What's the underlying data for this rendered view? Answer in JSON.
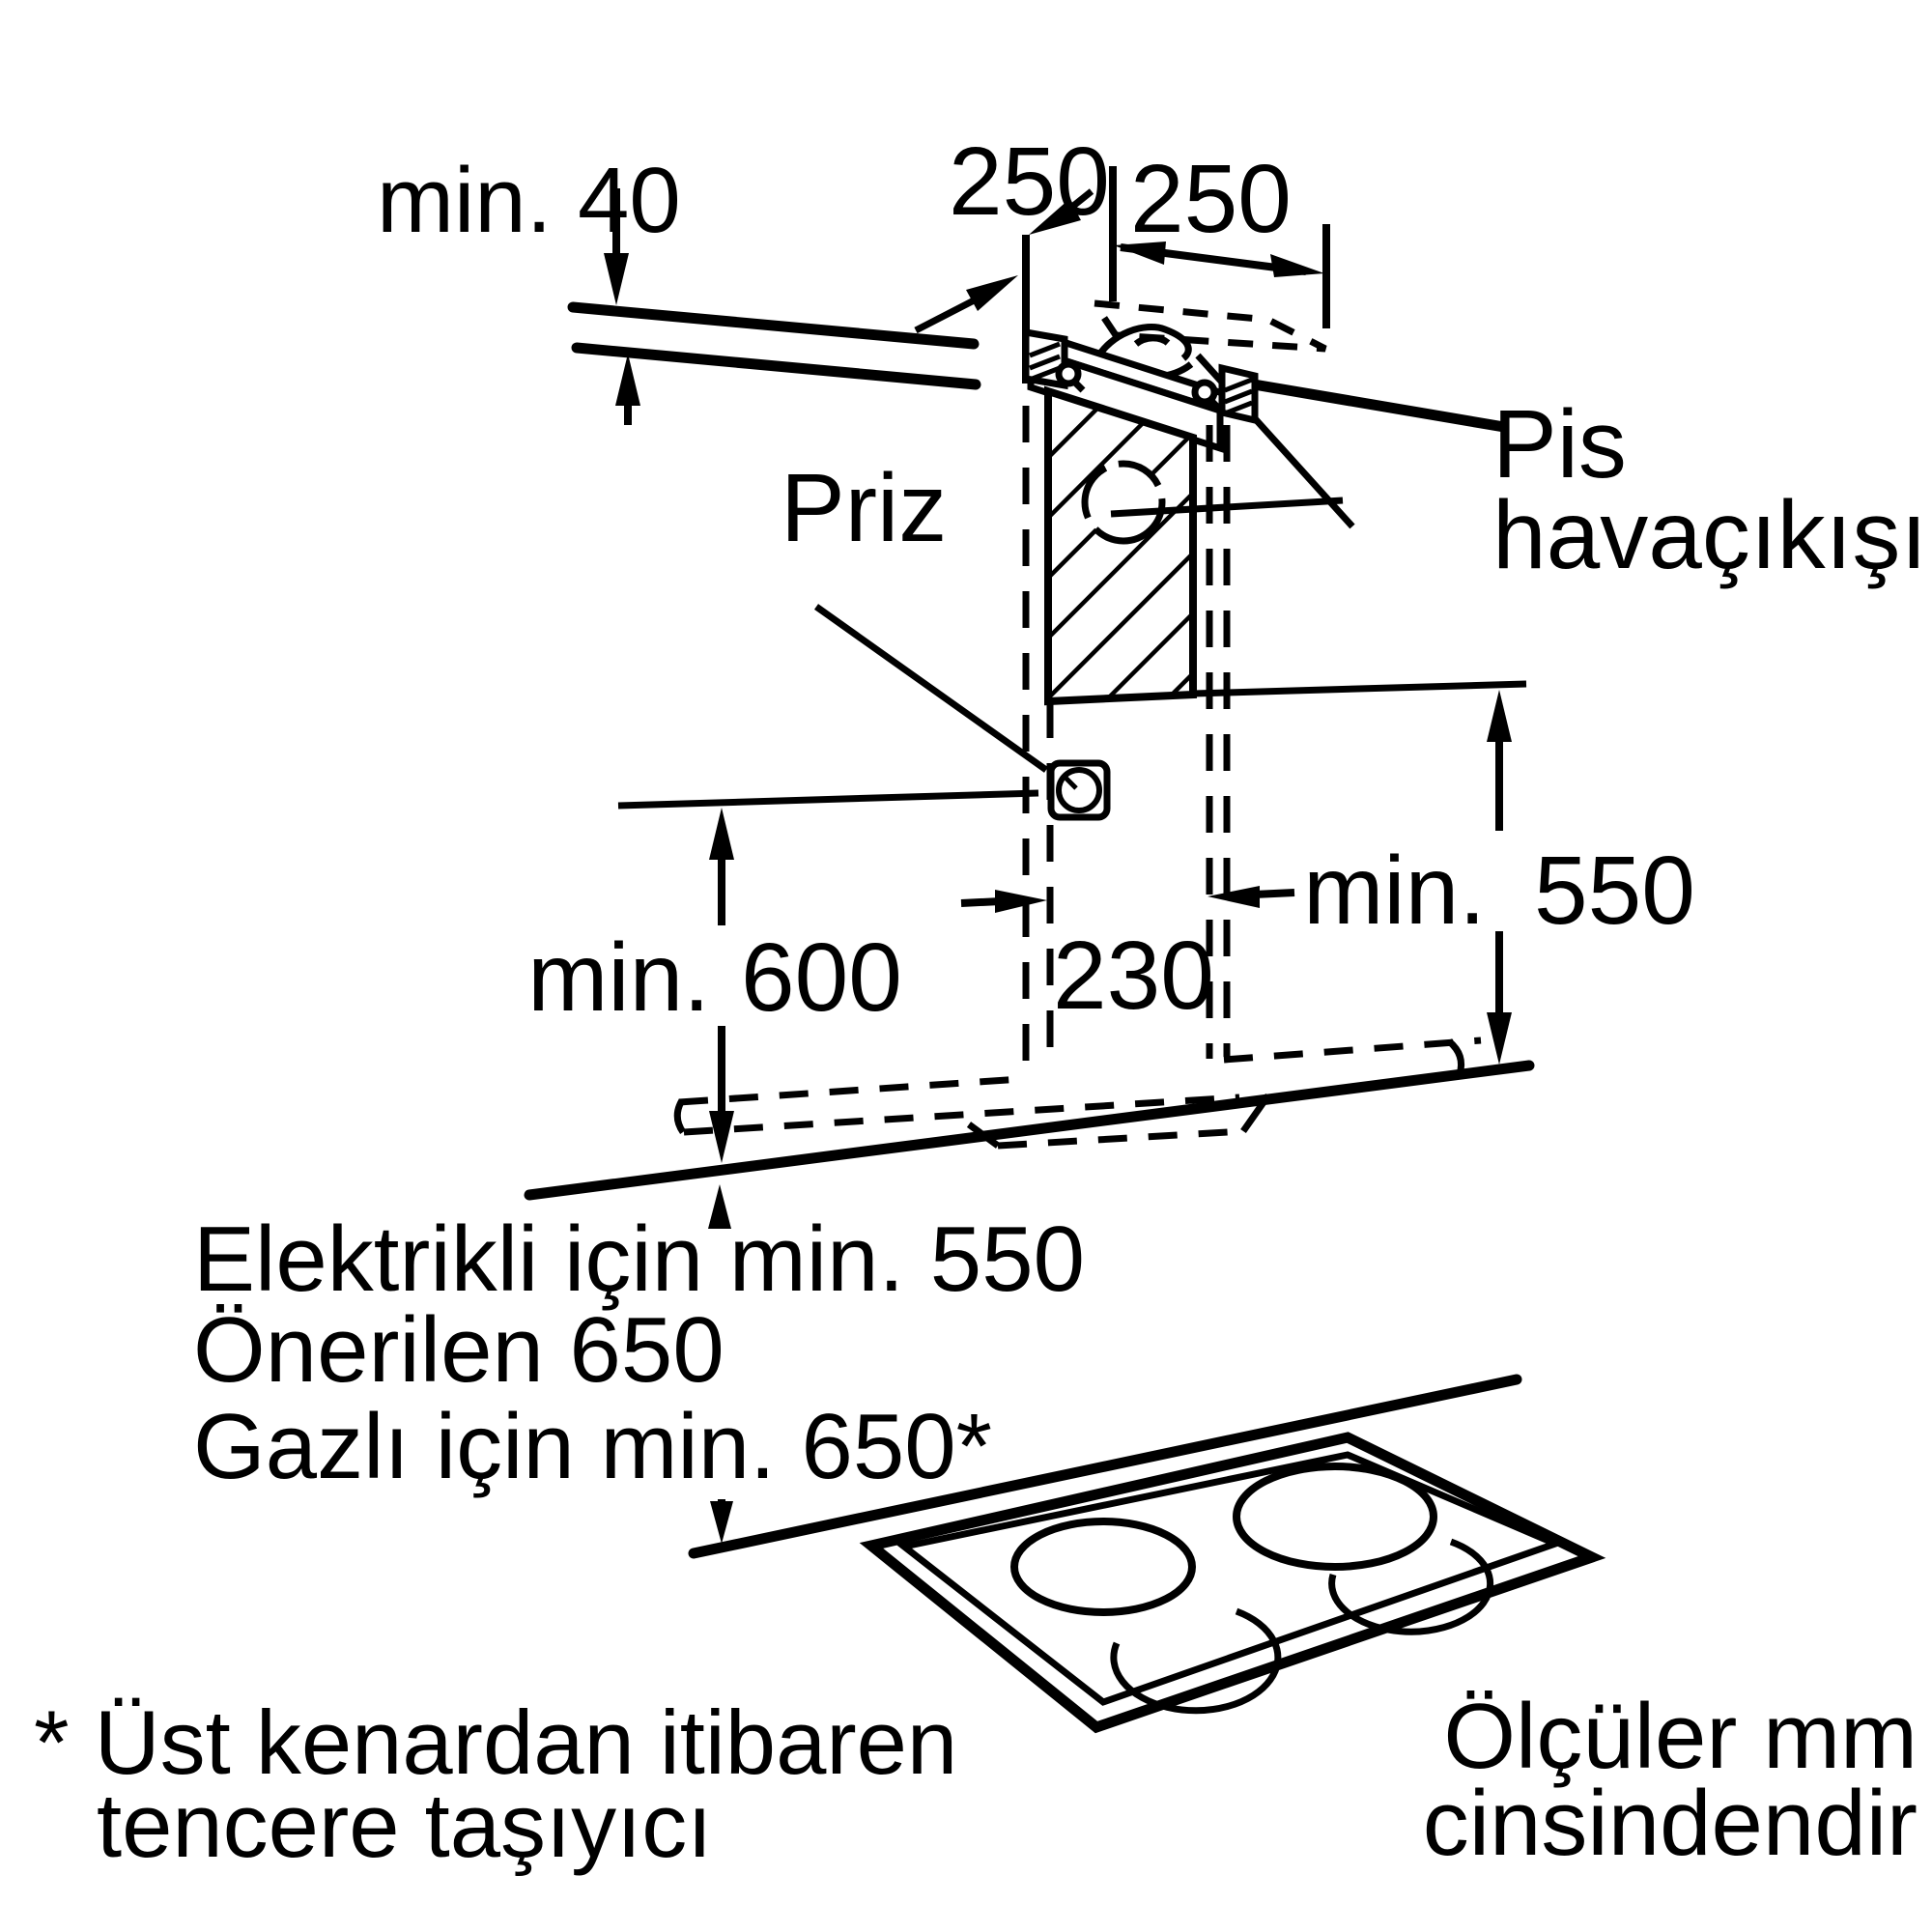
{
  "meta": {
    "type": "installation-diagram",
    "language": "tr",
    "colors": {
      "line": "#000000",
      "background": "#ffffff"
    }
  },
  "labels": {
    "min40": "min. 40",
    "dim250_left": "250",
    "dim250_right": "250",
    "socket": "Priz",
    "exhaust_line1": "Pis",
    "exhaust_line2": "havaçıkışı",
    "min550_prefix": "min.",
    "min550_value": "550",
    "min600_prefix": "min.",
    "min600_value": "600",
    "dim230": "230",
    "note_electric": "Elektrikli için min. 550",
    "note_recommended": "Önerilen 650",
    "note_gas": "Gazlı için min. 650*",
    "footnote_line1": "* Üst kenardan itibaren",
    "footnote_line2": "tencere taşıyıcı",
    "units_line1": "Ölçüler mm",
    "units_line2": "cinsindendir"
  }
}
